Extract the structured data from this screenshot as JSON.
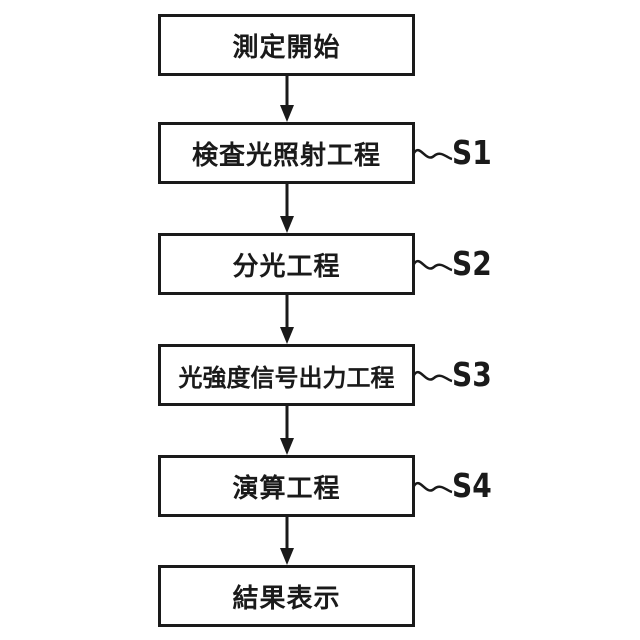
{
  "figure": {
    "background_color": "#ffffff",
    "line_color": "#1a1a1a",
    "flowchart": {
      "type": "flowchart",
      "direction": "top-down",
      "nodes": [
        {
          "id": "start",
          "label": "測定開始",
          "step_label": ""
        },
        {
          "id": "step1",
          "label": "検査光照射工程",
          "step_label": "S1"
        },
        {
          "id": "step2",
          "label": "分光工程",
          "step_label": "S2"
        },
        {
          "id": "step3",
          "label": "光強度信号出力工程",
          "step_label": "S3"
        },
        {
          "id": "step4",
          "label": "演算工程",
          "step_label": "S4"
        },
        {
          "id": "end",
          "label": "結果表示",
          "step_label": ""
        }
      ],
      "edges": [
        {
          "from": "start",
          "to": "step1"
        },
        {
          "from": "step1",
          "to": "step2"
        },
        {
          "from": "step2",
          "to": "step3"
        },
        {
          "from": "step3",
          "to": "step4"
        },
        {
          "from": "step4",
          "to": "end"
        }
      ]
    }
  }
}
